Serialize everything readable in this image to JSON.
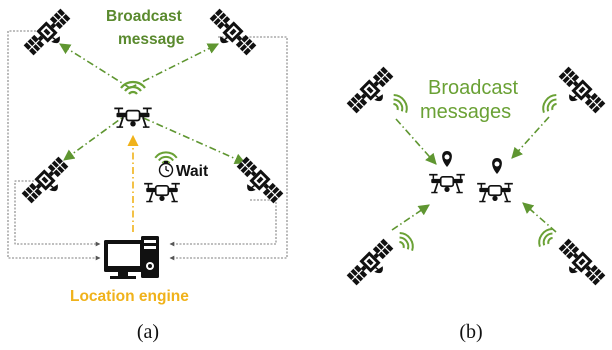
{
  "panel_a": {
    "broadcast_label_line1": "Broadcast",
    "broadcast_label_line2": "message",
    "wait_label": "Wait",
    "engine_label": "Location engine",
    "caption": "(a)"
  },
  "panel_b": {
    "broadcast_label_line1": "Broadcast",
    "broadcast_label_line2": "messages",
    "caption": "(b)"
  },
  "colors": {
    "green_arrow": "#5f9631",
    "yellow_arrow": "#f0b21a",
    "signal_green": "#6aa135",
    "icon_black": "#111111",
    "gray_line": "#555555"
  }
}
